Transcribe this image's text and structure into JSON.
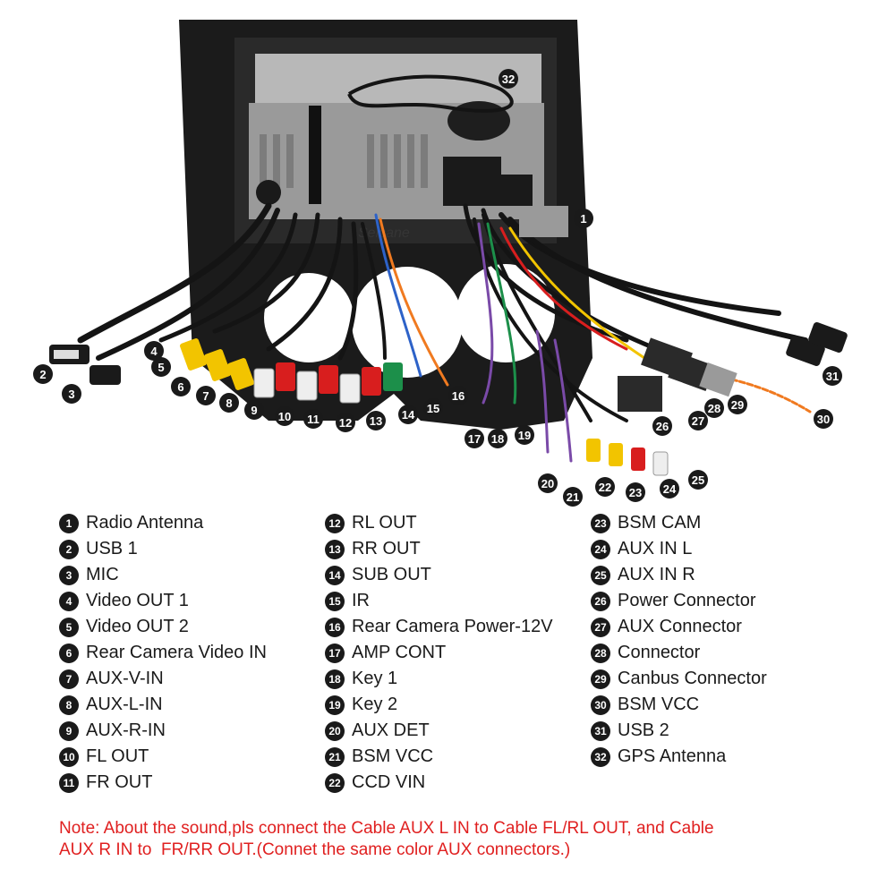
{
  "photo": {
    "watermark": "Seicane",
    "colors": {
      "panel": "#1b1b1b",
      "metal": "#9a9a9a",
      "cable": "#141414",
      "rca_yellow": "#f2c400",
      "rca_red": "#d81e1e",
      "rca_white": "#eeeeee",
      "rca_green": "#1c8f4a",
      "wire_orange": "#f07a20",
      "wire_blue": "#2d62c8",
      "wire_purple": "#7a4aa8",
      "connector_gray": "#9a9a9a"
    },
    "callouts": [
      "32",
      "1",
      "2",
      "3",
      "4",
      "5",
      "6",
      "7",
      "8",
      "9",
      "10",
      "11",
      "12",
      "13",
      "14",
      "15",
      "16",
      "17",
      "18",
      "19",
      "20",
      "21",
      "22",
      "23",
      "24",
      "25",
      "26",
      "27",
      "28",
      "29",
      "30",
      "31"
    ]
  },
  "legend": {
    "columns": [
      [
        {
          "num": "1",
          "label": "Radio Antenna"
        },
        {
          "num": "2",
          "label": "USB 1"
        },
        {
          "num": "3",
          "label": "MIC"
        },
        {
          "num": "4",
          "label": "Video OUT 1"
        },
        {
          "num": "5",
          "label": "Video OUT 2"
        },
        {
          "num": "6",
          "label": "Rear Camera Video IN"
        },
        {
          "num": "7",
          "label": "AUX-V-IN"
        },
        {
          "num": "8",
          "label": "AUX-L-IN"
        },
        {
          "num": "9",
          "label": "AUX-R-IN"
        },
        {
          "num": "10",
          "label": "FL OUT"
        },
        {
          "num": "11",
          "label": "FR OUT"
        }
      ],
      [
        {
          "num": "12",
          "label": "RL OUT"
        },
        {
          "num": "13",
          "label": "RR OUT"
        },
        {
          "num": "14",
          "label": "SUB OUT"
        },
        {
          "num": "15",
          "label": "IR"
        },
        {
          "num": "16",
          "label": "Rear Camera Power-12V"
        },
        {
          "num": "17",
          "label": "AMP CONT"
        },
        {
          "num": "18",
          "label": "Key 1"
        },
        {
          "num": "19",
          "label": "Key 2"
        },
        {
          "num": "20",
          "label": "AUX DET"
        },
        {
          "num": "21",
          "label": "BSM VCC"
        },
        {
          "num": "22",
          "label": "CCD VIN"
        }
      ],
      [
        {
          "num": "23",
          "label": "BSM CAM"
        },
        {
          "num": "24",
          "label": "AUX IN L"
        },
        {
          "num": "25",
          "label": "AUX IN R"
        },
        {
          "num": "26",
          "label": "Power Connector"
        },
        {
          "num": "27",
          "label": "AUX Connector"
        },
        {
          "num": "28",
          "label": "Connector"
        },
        {
          "num": "29",
          "label": "Canbus Connector"
        },
        {
          "num": "30",
          "label": "BSM VCC"
        },
        {
          "num": "31",
          "label": "USB 2"
        },
        {
          "num": "32",
          "label": "GPS Antenna"
        }
      ]
    ]
  },
  "note": {
    "line1": "Note: About the sound,pls connect the Cable AUX L IN to Cable FL/RL OUT, and Cable",
    "line2": "AUX R IN to  FR/RR OUT.(Connet the same color AUX connectors.)"
  }
}
